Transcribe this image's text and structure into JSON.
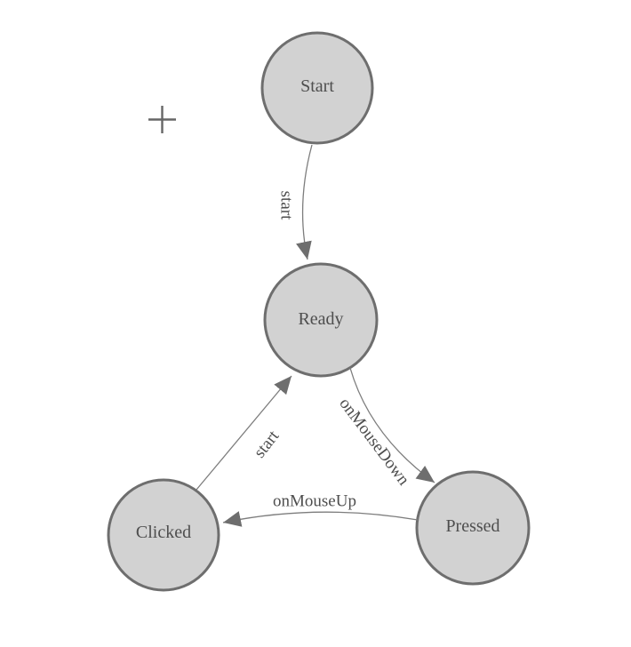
{
  "diagram": {
    "type": "state-machine",
    "colors": {
      "background": "#ffffff",
      "node_fill": "#d2d2d2",
      "node_border": "#6e6e6e",
      "edge_line": "#7d7d7d",
      "arrowhead": "#6e6e6e",
      "label_text": "#4e4e4e",
      "crosshair": "#666666"
    },
    "icons": {
      "crosshair": "plus-crosshair-icon"
    },
    "nodes": [
      {
        "id": "start",
        "label": "Start"
      },
      {
        "id": "ready",
        "label": "Ready"
      },
      {
        "id": "clicked",
        "label": "Clicked"
      },
      {
        "id": "pressed",
        "label": "Pressed"
      }
    ],
    "transitions": [
      {
        "from": "Start",
        "to": "Ready",
        "label": "start"
      },
      {
        "from": "Clicked",
        "to": "Ready",
        "label": "start"
      },
      {
        "from": "Ready",
        "to": "Pressed",
        "label": "onMouseDown"
      },
      {
        "from": "Pressed",
        "to": "Clicked",
        "label": "onMouseUp"
      }
    ]
  }
}
